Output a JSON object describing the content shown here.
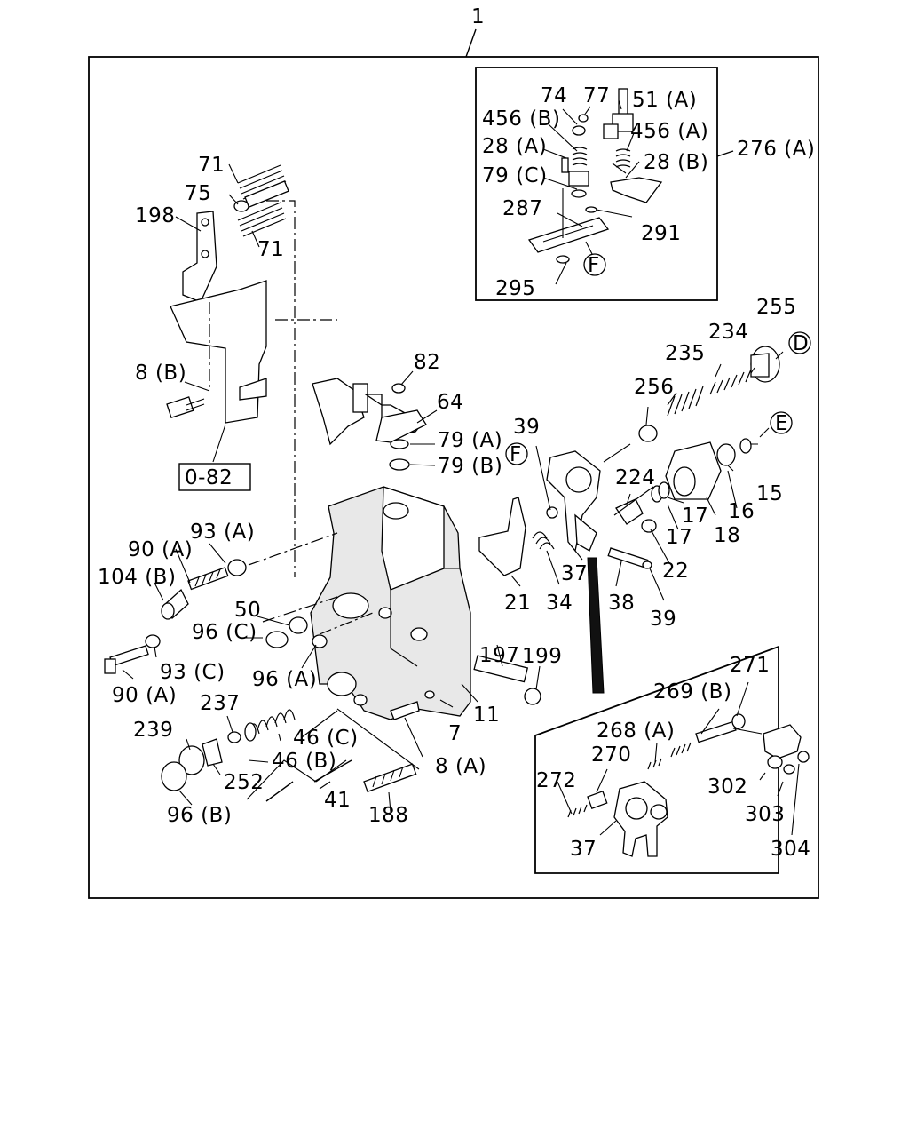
{
  "main_label": "1",
  "ref_box": "0-82",
  "circle_marks": {
    "F_top": "F",
    "F_mid": "F",
    "D": "D",
    "E": "E"
  },
  "labels": {
    "l51A": "51 (A)",
    "l74": "74",
    "l77": "77",
    "l456B": "456 (B)",
    "l456A": "456 (A)",
    "l28A": "28 (A)",
    "l28B": "28 (B)",
    "l79C": "79 (C)",
    "l287": "287",
    "l291": "291",
    "l295": "295",
    "l276A": "276 (A)",
    "l71a": "71",
    "l75": "75",
    "l198": "198",
    "l71b": "71",
    "l8B": "8 (B)",
    "l82": "82",
    "l64": "64",
    "l79A": "79 (A)",
    "l79B": "79 (B)",
    "l255": "255",
    "l234": "234",
    "l235": "235",
    "l256": "256",
    "l39a": "39",
    "l224": "224",
    "l17a": "17",
    "l17b": "17",
    "l16": "16",
    "l15": "15",
    "l18": "18",
    "l22": "22",
    "l21": "21",
    "l34": "34",
    "l37a": "37",
    "l38": "38",
    "l39b": "39",
    "l93A": "93 (A)",
    "l90A_top": "90 (A)",
    "l104B": "104 (B)",
    "l50": "50",
    "l96C": "96 (C)",
    "l93C": "93 (C)",
    "l90A_bot": "90 (A)",
    "l96A": "96 (A)",
    "l197": "197",
    "l199": "199",
    "l237": "237",
    "l239": "239",
    "l46C": "46 (C)",
    "l46B": "46 (B)",
    "l252": "252",
    "l96B": "96 (B)",
    "l41": "41",
    "l188": "188",
    "l8A": "8 (A)",
    "l7": "7",
    "l11": "11",
    "l271": "271",
    "l269B": "269 (B)",
    "l268A": "268 (A)",
    "l270": "270",
    "l272": "272",
    "l37b": "37",
    "l302": "302",
    "l303": "303",
    "l304": "304"
  }
}
